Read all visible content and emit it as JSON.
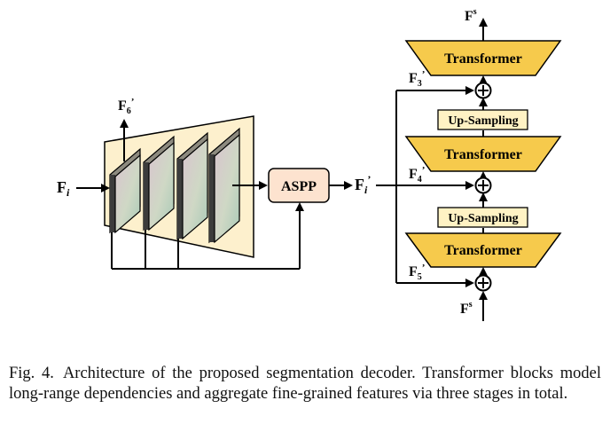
{
  "labels": {
    "f_i": "F",
    "f_i_sub": "i",
    "f_6": "F",
    "f_6_sub": "6",
    "f_i_out": "F",
    "f_i_out_sub": "i",
    "f_3": "F",
    "f_3_sub": "3",
    "f_4": "F",
    "f_4_sub": "4",
    "f_5": "F",
    "f_5_sub": "5",
    "f_s_top": "F",
    "f_s_top_sup": "s",
    "f_s_bottom": "F",
    "f_s_bottom_sup": "s",
    "prime": "’"
  },
  "blocks": {
    "aspp": "ASPP",
    "transformer": "Transformer",
    "upsampling": "Up-Sampling"
  },
  "colors": {
    "transformer_fill": "#f6ca4c",
    "upsampling_fill": "#fff2c4",
    "aspp_fill": "#fde3cf",
    "pyramid_fill": "#fdf0cd"
  },
  "caption": {
    "figure": "Fig. 4.",
    "text": "Architecture of the proposed segmentation decoder. Transformer blocks model long-range dependencies and aggregate fine-grained features via three stages in total."
  }
}
